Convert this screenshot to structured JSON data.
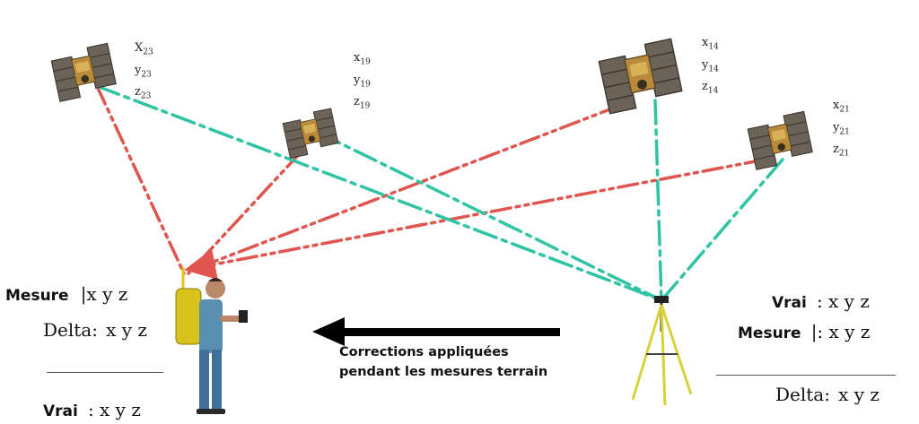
{
  "satellites": [
    {
      "id": "23",
      "x_label": "X",
      "y_label": "y",
      "z_label": "z"
    },
    {
      "id": "19",
      "x_label": "x",
      "y_label": "y",
      "z_label": "z"
    },
    {
      "id": "14",
      "x_label": "x",
      "y_label": "y",
      "z_label": "z"
    },
    {
      "id": "21",
      "x_label": "x",
      "y_label": "y",
      "z_label": "z"
    }
  ],
  "rover": {
    "mesure_label": "Mesure",
    "mesure_value": "|x y z",
    "delta_label": "Delta:",
    "delta_value": "x y z",
    "vrai_label": "Vrai",
    "vrai_value": ": x y z"
  },
  "base": {
    "vrai_label": "Vrai",
    "vrai_value": ": x y z",
    "mesure_label": "Mesure",
    "mesure_value": "|: x y z",
    "delta_label": "Delta:",
    "delta_value": "x y z"
  },
  "corrections": {
    "line1": "Corrections appliquées",
    "line2": "pendant les mesures terrain"
  },
  "colors": {
    "rover_signal": "#e0554f",
    "base_signal": "#2ec4a4",
    "arrow": "#000000"
  }
}
